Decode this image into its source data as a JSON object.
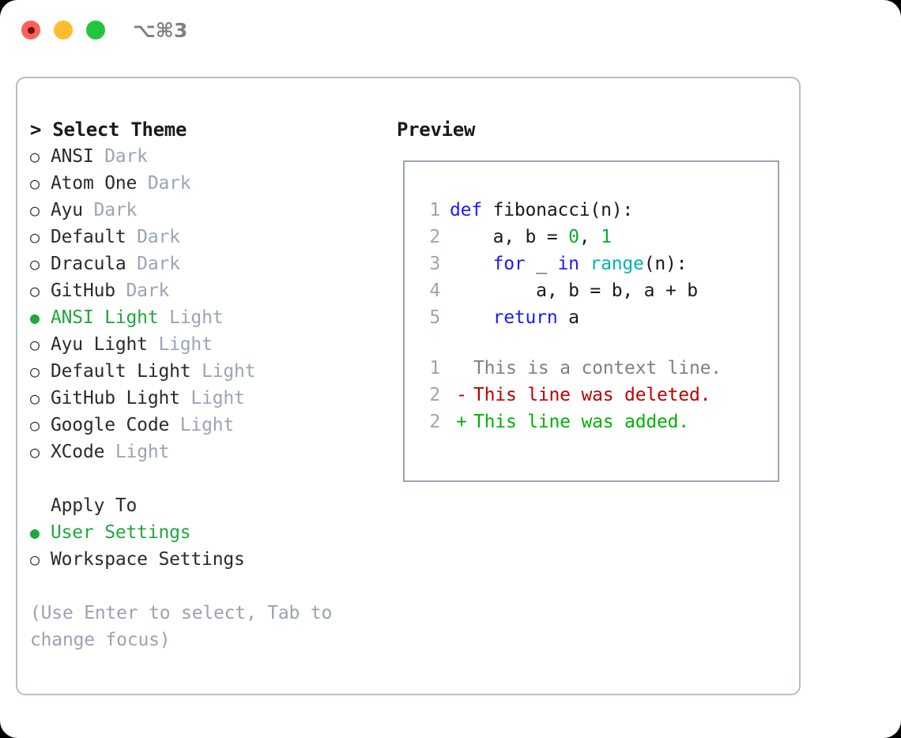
{
  "titlebar": {
    "shortcut": "⌥⌘3",
    "buttons": {
      "close": "close",
      "minimize": "minimize",
      "maximize": "maximize"
    }
  },
  "theme_selector": {
    "header_prefix": "> ",
    "header": "Select Theme",
    "selected_bullet": "●",
    "unselected_bullet": "○",
    "selected_color": "#1fa83c",
    "variant_color": "#9aa5b4",
    "items": [
      {
        "name": "ANSI",
        "variant": "Dark",
        "selected": false
      },
      {
        "name": "Atom One",
        "variant": "Dark",
        "selected": false
      },
      {
        "name": "Ayu",
        "variant": "Dark",
        "selected": false
      },
      {
        "name": "Default",
        "variant": "Dark",
        "selected": false
      },
      {
        "name": "Dracula",
        "variant": "Dark",
        "selected": false
      },
      {
        "name": "GitHub",
        "variant": "Dark",
        "selected": false
      },
      {
        "name": "ANSI Light",
        "variant": "Light",
        "selected": true
      },
      {
        "name": "Ayu Light",
        "variant": "Light",
        "selected": false
      },
      {
        "name": "Default Light",
        "variant": "Light",
        "selected": false
      },
      {
        "name": "GitHub Light",
        "variant": "Light",
        "selected": false
      },
      {
        "name": "Google Code",
        "variant": "Light",
        "selected": false
      },
      {
        "name": "XCode",
        "variant": "Light",
        "selected": false
      }
    ]
  },
  "apply_to": {
    "header": "Apply To",
    "options": [
      {
        "label": "User Settings",
        "selected": true
      },
      {
        "label": "Workspace Settings",
        "selected": false
      }
    ]
  },
  "hint": "(Use Enter to select, Tab to change focus)",
  "preview": {
    "title": "Preview",
    "code_lines": [
      {
        "number": "1",
        "tokens": [
          {
            "text": "def ",
            "type": "kw"
          },
          {
            "text": "fibonacci(n):",
            "type": "id"
          }
        ]
      },
      {
        "number": "2",
        "tokens": [
          {
            "text": "    a, b = ",
            "type": "id"
          },
          {
            "text": "0",
            "type": "num"
          },
          {
            "text": ", ",
            "type": "id"
          },
          {
            "text": "1",
            "type": "num"
          }
        ]
      },
      {
        "number": "3",
        "tokens": [
          {
            "text": "    ",
            "type": "id"
          },
          {
            "text": "for",
            "type": "kw"
          },
          {
            "text": " _ ",
            "type": "id"
          },
          {
            "text": "in",
            "type": "kw"
          },
          {
            "text": " ",
            "type": "id"
          },
          {
            "text": "range",
            "type": "fn"
          },
          {
            "text": "(n):",
            "type": "id"
          }
        ]
      },
      {
        "number": "4",
        "tokens": [
          {
            "text": "        a, b = b, a + b",
            "type": "id"
          }
        ]
      },
      {
        "number": "5",
        "tokens": [
          {
            "text": "    ",
            "type": "id"
          },
          {
            "text": "return",
            "type": "kw"
          },
          {
            "text": " a",
            "type": "id"
          }
        ]
      }
    ],
    "diff_lines": [
      {
        "number": "1",
        "mark": " ",
        "text": "This is a context line.",
        "type": "ctx"
      },
      {
        "number": "2",
        "mark": "-",
        "text": "This line was deleted.",
        "type": "del"
      },
      {
        "number": "2",
        "mark": "+",
        "text": "This line was added.",
        "type": "add"
      }
    ],
    "syntax_colors": {
      "keyword": "#1a1aff",
      "function": "#00b3b3",
      "number": "#00b32c",
      "identifier": "#1a1a1a",
      "line_number": "#9aa5b4",
      "diff_context": "#808080",
      "diff_deleted": "#c00000",
      "diff_added": "#00b300"
    }
  }
}
